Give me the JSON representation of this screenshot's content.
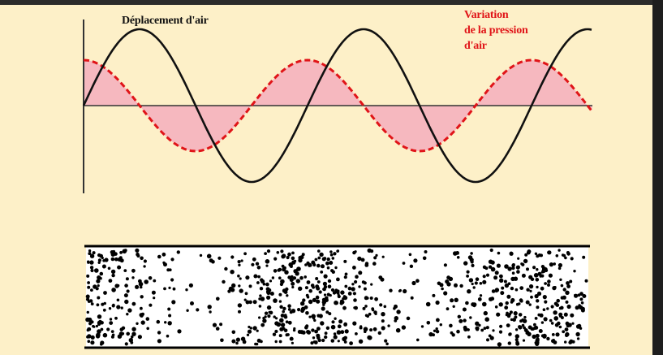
{
  "diagram": {
    "labels": {
      "displacement": "Déplacement d'air",
      "pression": "Variation\nde la pression\nd'air"
    },
    "colors": {
      "background": "#fdf0c8",
      "displacement_wave": "#111111",
      "pressure_wave": "#e01418",
      "pressure_fill": "#f6b8bf",
      "particles": "#000000"
    },
    "waves": {
      "displacement": {
        "style": "solid",
        "phase": "sine"
      },
      "pressure": {
        "style": "dashed",
        "phase": "cosine"
      }
    },
    "medium": {
      "description_icon": "air-particles",
      "compressions": 3,
      "rarefactions": 2
    }
  }
}
